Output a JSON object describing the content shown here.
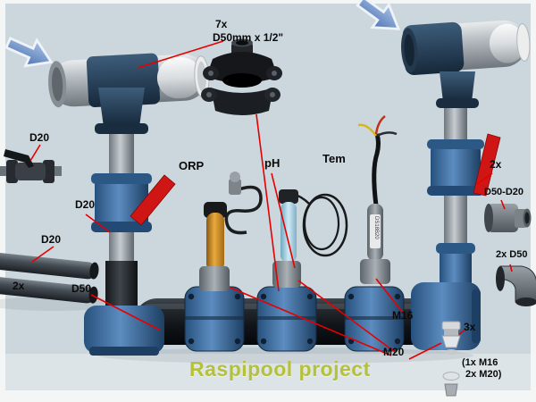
{
  "title": "Raspipool project",
  "callouts": {
    "clamp_qty": "7x",
    "clamp_size": "D50mm x 1/2\"",
    "orp": "ORP",
    "ph": "pH",
    "tem": "Tem",
    "d20_valve": "D20",
    "d20_pipe_mid": "D20",
    "d20_pipe_low": "D20",
    "left_pipes_qty": "2x",
    "d50_left": "D50",
    "valve_qty_right": "2x",
    "reducer": "D50-D20",
    "elbow": "2x D50",
    "m16": "M16",
    "m20": "M20",
    "glands_qty": "3x",
    "glands_note_line1": "(1x M16",
    "glands_note_line2": "2x M20)",
    "temp_sensor_label": "DS18B20"
  },
  "colors": {
    "bg": "#ccd7dd",
    "bg-lower": "#dde4e8",
    "frame": "#f4f6f5",
    "callout-red": "#e60000",
    "lever-red": "#d01515",
    "arrow-blue": "#5c7fc0",
    "fitting-blue": "#3c6ca0",
    "title-green": "#b5c13a",
    "label-text": "#0a0a0a"
  }
}
